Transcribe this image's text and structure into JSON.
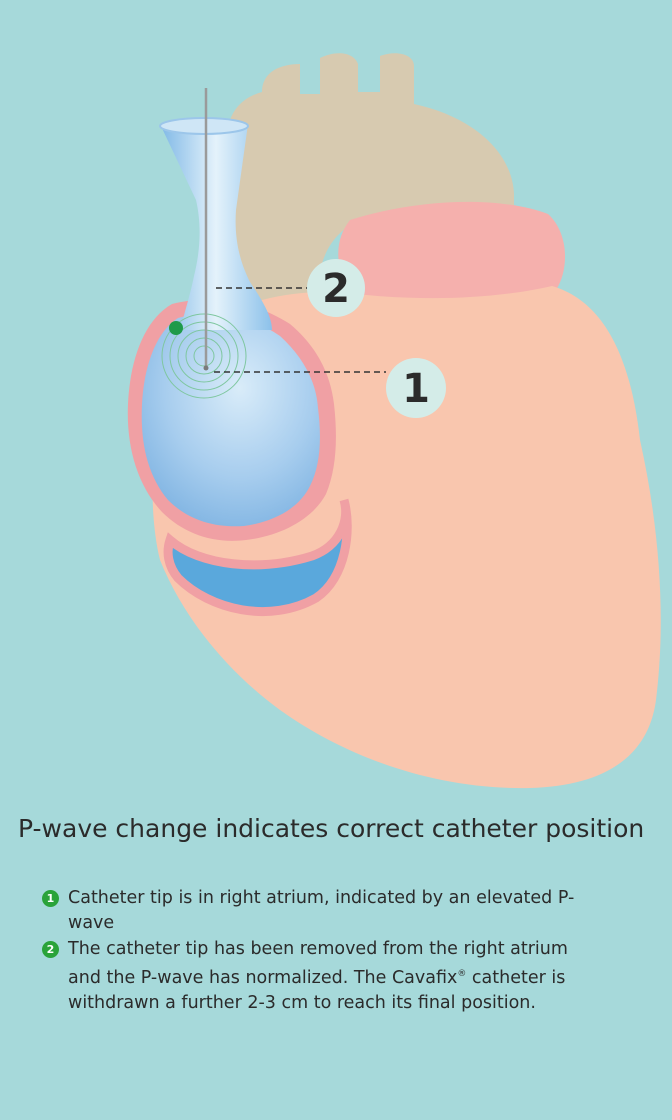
{
  "diagram": {
    "markers": [
      {
        "id": "2",
        "label": "2"
      },
      {
        "id": "1",
        "label": "1"
      }
    ]
  },
  "caption": {
    "title": "P-wave change indicates correct catheter position"
  },
  "legend": [
    {
      "number": "1",
      "text": "Catheter tip is in right atrium, indicated by an elevated P-wave"
    },
    {
      "number": "2",
      "text_before": "The catheter tip has been removed from the right atrium and the P-wave has normalized. The Cavafix",
      "superscript": "®",
      "text_after": " catheter is withdrawn a further 2-3 cm to reach its final position."
    }
  ],
  "colors": {
    "background": "#a6d9da",
    "heart": "#f9c6ae",
    "aorta": "#d7cab0",
    "atrium_wall": "#f0a0a4",
    "blood": "#5aa8dc",
    "badge": "#2aa33a"
  }
}
